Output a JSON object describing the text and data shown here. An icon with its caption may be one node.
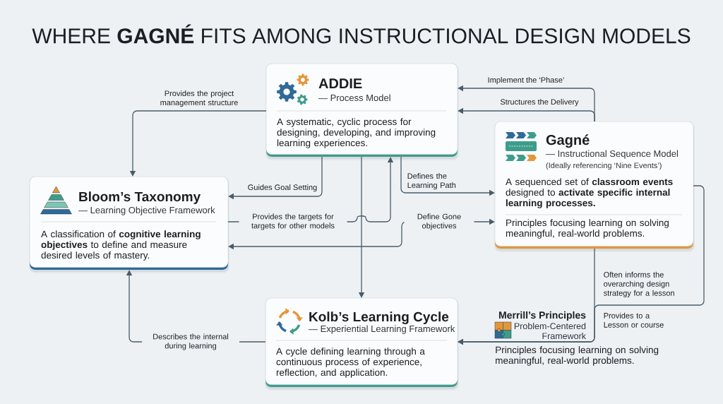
{
  "diagram": {
    "title": "WHERE **GAGNÉ** FITS AMONG INSTRUCTIONAL DESIGN MODELS",
    "nodes": [
      {
        "text": [
          "ADDIE",
          "— Process Model",
          "A systematic, cyclic process for designing, developing, and improving learning experiences."
        ]
      },
      {
        "text": [
          "Gagné",
          "— Instructional Sequence Model",
          "(Ideally referencing ‘Nine Events’)",
          "A sequenced set of **classroom events** designed to **activate specific internal learning processes.**",
          "Principles focusing learning on solving meaningful, real-world problems."
        ]
      },
      {
        "text": [
          "Bloom’s Taxonomy",
          "— Learning Objective Framework",
          "A classification of **cognitive learning objectives** to define and measure desired levels of mastery."
        ]
      },
      {
        "text": [
          "Kolb’s Learning Cycle",
          "— Experiential Learning Framework",
          "A cycle defining learning through a continuous process of experience, reflection, and application."
        ]
      },
      {
        "text": [
          "Merrill’s Principles",
          "Problem-Centered Framework"
        ],
        "beside": [
          "Principles focusing learning on solving meaningful, real-world problems."
        ]
      }
    ],
    "edges": [
      {
        "from": 0,
        "to": 2,
        "arrow": "to",
        "label": "Provides the project management structure"
      },
      {
        "from": 1,
        "to": 0,
        "arrow": "to",
        "label": "Implement the ‘Phase’"
      },
      {
        "from": 1,
        "to": 0,
        "arrow": "to",
        "label": "Structures the Delivery"
      },
      {
        "from": 0,
        "to": 2,
        "arrow": "to",
        "label": "Guides Goal Setting"
      },
      {
        "from": 0,
        "to": 1,
        "arrow": "to",
        "label": "Defines the Learning Path"
      },
      {
        "from": 0,
        "to": 3,
        "arrow": "to"
      },
      {
        "from": 2,
        "to": 0,
        "arrow": "to",
        "label": "Provides the targets for targets for other models"
      },
      {
        "from": 1,
        "to": 2,
        "arrow": "both",
        "label": "Define Gone objectives"
      },
      {
        "from": 3,
        "to": 2,
        "arrow": "to",
        "label": "Describes the internal during learning"
      },
      {
        "from": 1,
        "to": 3,
        "arrow": "to",
        "label": "Provides to a Lesson or course"
      },
      {
        "from": 1,
        "to": 3,
        "arrow": "to",
        "label": "Often informs the overarching design strategy for a lesson"
      }
    ]
  }
}
